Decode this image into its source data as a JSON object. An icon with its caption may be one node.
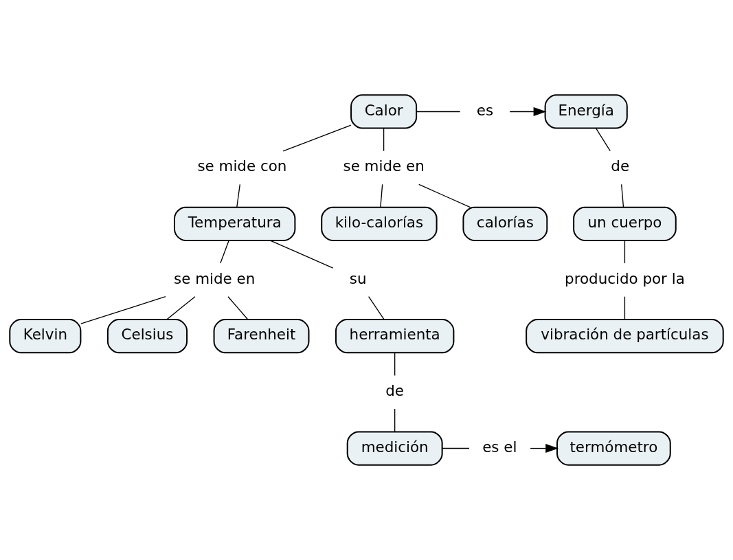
{
  "diagram": {
    "nodes": [
      {
        "text": [
          "Energía"
        ]
      },
      {
        "text": [
          "Calor"
        ]
      },
      {
        "text": [
          "es"
        ]
      },
      {
        "text": [
          "se mide con"
        ]
      },
      {
        "text": [
          "Temperatura"
        ]
      },
      {
        "text": [
          "se mide en"
        ]
      },
      {
        "text": [
          "calorías"
        ]
      },
      {
        "text": [
          "kilo-calorías"
        ]
      },
      {
        "text": [
          "de"
        ]
      },
      {
        "text": [
          "un cuerpo"
        ]
      },
      {
        "text": [
          "producido por la"
        ]
      },
      {
        "text": [
          "vibración de partículas"
        ]
      },
      {
        "text": [
          "se mide en"
        ]
      },
      {
        "text": [
          "su"
        ]
      },
      {
        "text": [
          "Farenheit"
        ]
      },
      {
        "text": [
          "Kelvin"
        ]
      },
      {
        "text": [
          "Celsius"
        ]
      },
      {
        "text": [
          "herramienta"
        ]
      },
      {
        "text": [
          "de"
        ]
      },
      {
        "text": [
          "medición"
        ]
      },
      {
        "text": [
          "es el"
        ]
      },
      {
        "text": [
          "termómetro"
        ]
      }
    ],
    "edges": [
      {
        "from": 1,
        "to": 2,
        "arrow": "none"
      },
      {
        "from": 2,
        "to": 0,
        "arrow": "to"
      },
      {
        "from": 1,
        "to": 3,
        "arrow": "none"
      },
      {
        "from": 3,
        "to": 4,
        "arrow": "none"
      },
      {
        "from": 1,
        "to": 5,
        "arrow": "none"
      },
      {
        "from": 5,
        "to": 6,
        "arrow": "none"
      },
      {
        "from": 5,
        "to": 7,
        "arrow": "none"
      },
      {
        "from": 0,
        "to": 8,
        "arrow": "none"
      },
      {
        "from": 8,
        "to": 9,
        "arrow": "none"
      },
      {
        "from": 9,
        "to": 10,
        "arrow": "none"
      },
      {
        "from": 10,
        "to": 11,
        "arrow": "none"
      },
      {
        "from": 4,
        "to": 12,
        "arrow": "none"
      },
      {
        "from": 12,
        "to": 14,
        "arrow": "none"
      },
      {
        "from": 12,
        "to": 15,
        "arrow": "none"
      },
      {
        "from": 12,
        "to": 16,
        "arrow": "none"
      },
      {
        "from": 4,
        "to": 13,
        "arrow": "none"
      },
      {
        "from": 13,
        "to": 17,
        "arrow": "none"
      },
      {
        "from": 17,
        "to": 18,
        "arrow": "none"
      },
      {
        "from": 18,
        "to": 19,
        "arrow": "none"
      },
      {
        "from": 19,
        "to": 20,
        "arrow": "none"
      },
      {
        "from": 20,
        "to": 21,
        "arrow": "to"
      }
    ]
  }
}
